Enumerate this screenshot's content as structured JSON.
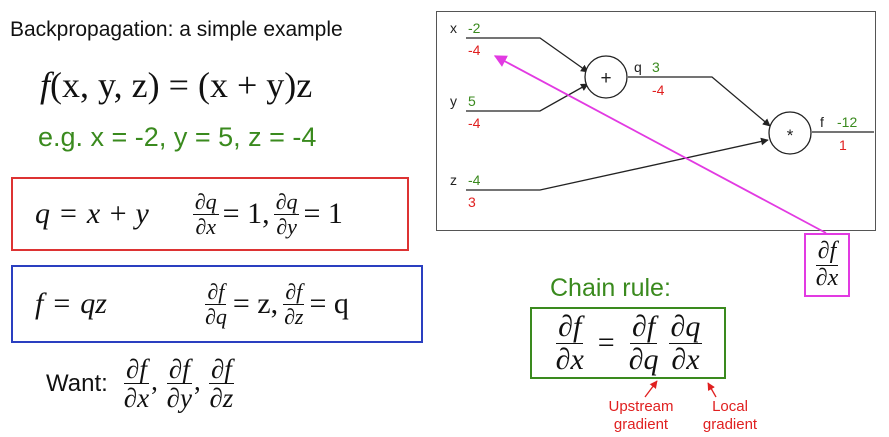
{
  "title": "Backpropagation: a simple example",
  "function": {
    "f": "f",
    "args": "(x, y, z)",
    "eq": "=",
    "body": "(x + y)z"
  },
  "example": "e.g. x = -2, y = 5, z = -4",
  "q_box": {
    "lhs": "q",
    "eq": "=",
    "rhs": "x + y",
    "d1_num": "∂q",
    "d1_den": "∂x",
    "d1_val": "= 1,",
    "d2_num": "∂q",
    "d2_den": "∂y",
    "d2_val": "= 1"
  },
  "f_box": {
    "lhs": "f",
    "eq": "=",
    "rhs": "qz",
    "d1_num": "∂f",
    "d1_den": "∂q",
    "d1_val": "= z,",
    "d2_num": "∂f",
    "d2_den": "∂z",
    "d2_val": "= q"
  },
  "want": {
    "label": "Want:",
    "n1": "∂f",
    "d1": "∂x",
    "n2": "∂f",
    "d2": "∂y",
    "n3": "∂f",
    "d3": "∂z",
    "comma": ","
  },
  "graph": {
    "x_name": "x",
    "x_val": "-2",
    "x_grad": "-4",
    "y_name": "y",
    "y_val": "5",
    "y_grad": "-4",
    "z_name": "z",
    "z_val": "-4",
    "z_grad": "3",
    "q_name": "q",
    "q_val": "3",
    "q_grad": "-4",
    "f_name": "f",
    "f_val": "-12",
    "f_grad": "1",
    "plus_op": "+",
    "mul_op": "*"
  },
  "dfdx_callout": {
    "num": "∂f",
    "den": "∂x"
  },
  "chain_rule": {
    "title": "Chain rule:",
    "lhs_num": "∂f",
    "lhs_den": "∂x",
    "eq": "=",
    "r1_num": "∂f",
    "r1_den": "∂q",
    "r2_num": "∂q",
    "r2_den": "∂x"
  },
  "annotations": {
    "upstream": "Upstream gradient",
    "local": "Local gradient"
  },
  "colors": {
    "value": "#3a8a1e",
    "gradient": "#e02020",
    "q_box": "#dd3333",
    "f_box": "#2a3fc0",
    "chain_box": "#3a8a1e",
    "callout": "#e23ae2"
  }
}
